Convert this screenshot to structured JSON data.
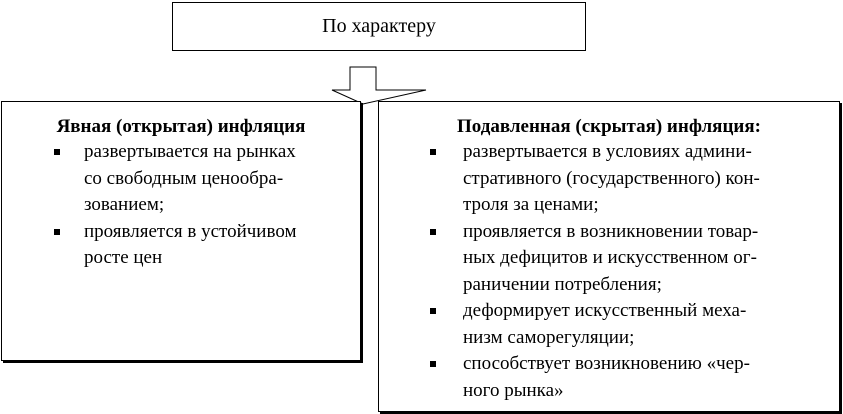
{
  "top": {
    "title": "По характеру"
  },
  "left": {
    "title": "Явная (открытая) инфляция",
    "items": [
      {
        "lines": [
          "развертывается на рынках",
          "со свободным ценообра-",
          "зованием;"
        ]
      },
      {
        "lines": [
          "проявляется в устойчивом",
          "росте цен"
        ]
      }
    ]
  },
  "right": {
    "title": "Подавленная (скрытая) инфляция:",
    "items": [
      {
        "lines": [
          "развертывается в условиях админи-",
          "стративного (государственного) кон-",
          "троля за ценами;"
        ]
      },
      {
        "lines": [
          "проявляется в возникновении товар-",
          "ных дефицитов и искусственном ог-",
          "раничении потребления;"
        ]
      },
      {
        "lines": [
          "деформирует искусственный меха-",
          "низм саморегуляции;"
        ]
      },
      {
        "lines": [
          "способствует возникновению «чер-",
          "ного рынка»"
        ]
      }
    ]
  }
}
